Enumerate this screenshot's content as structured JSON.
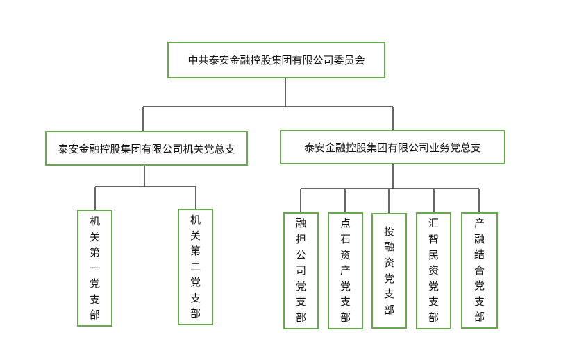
{
  "colors": {
    "box_border": "#6aa84f",
    "line": "#333333"
  },
  "root": {
    "label": "中共泰安金融控股集团有限公司委员会"
  },
  "branches": [
    {
      "label": "泰安金融控股集团有限公司机关党总支",
      "children": [
        "机关第一党支部",
        "机关第二党支部"
      ]
    },
    {
      "label": "泰安金融控股集团有限公司业务党总支",
      "children": [
        "融担公司党支部",
        "点石资产党支部",
        "投融资党支部",
        "汇智民资党支部",
        "产融结合党支部"
      ]
    }
  ]
}
